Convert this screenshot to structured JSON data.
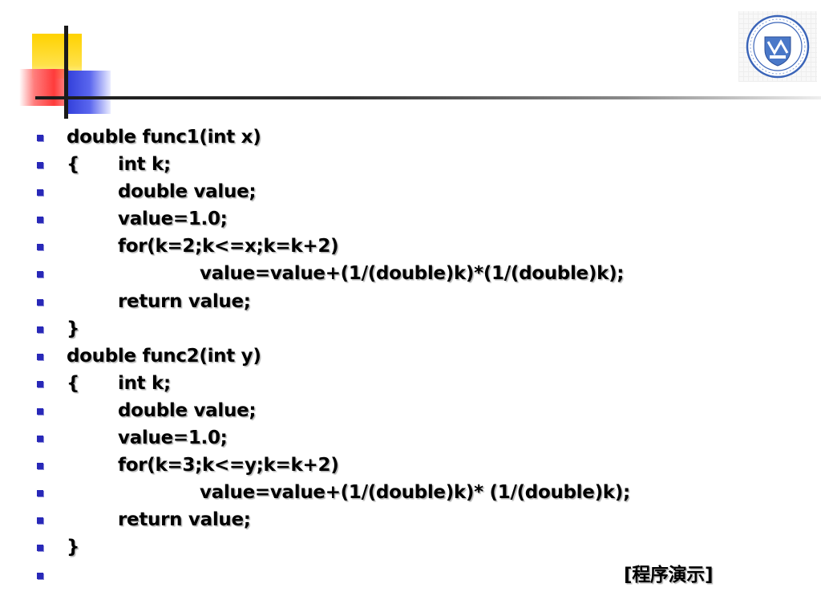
{
  "slide": {
    "code_lines": [
      {
        "brace": "",
        "text": "double func1(int x)",
        "indent": 0
      },
      {
        "brace": "{",
        "text": "int k;",
        "indent": 1
      },
      {
        "brace": "",
        "text": "double value;",
        "indent": 1
      },
      {
        "brace": "",
        "text": "value=1.0;",
        "indent": 1
      },
      {
        "brace": "",
        "text": "for(k=2;k<=x;k=k+2)",
        "indent": 1
      },
      {
        "brace": "",
        "text": "value=value+(1/(double)k)*(1/(double)k);",
        "indent": 2
      },
      {
        "brace": "",
        "text": "return value;",
        "indent": 1
      },
      {
        "brace": "",
        "text": "}",
        "indent": 0
      },
      {
        "brace": "",
        "text": "double func2(int y)",
        "indent": 0
      },
      {
        "brace": "{",
        "text": "int k;",
        "indent": 1
      },
      {
        "brace": "",
        "text": "double value;",
        "indent": 1
      },
      {
        "brace": "",
        "text": "value=1.0;",
        "indent": 1
      },
      {
        "brace": "",
        "text": "for(k=3;k<=y;k=k+2)",
        "indent": 1
      },
      {
        "brace": "",
        "text": "value=value+(1/(double)k)* (1/(double)k);",
        "indent": 2
      },
      {
        "brace": "",
        "text": "return value;",
        "indent": 1
      },
      {
        "brace": "",
        "text": "}",
        "indent": 0
      }
    ],
    "demo_link": "[程序演示]",
    "bullet_color": "#2828b8",
    "logo_icon": "university-seal-icon"
  }
}
